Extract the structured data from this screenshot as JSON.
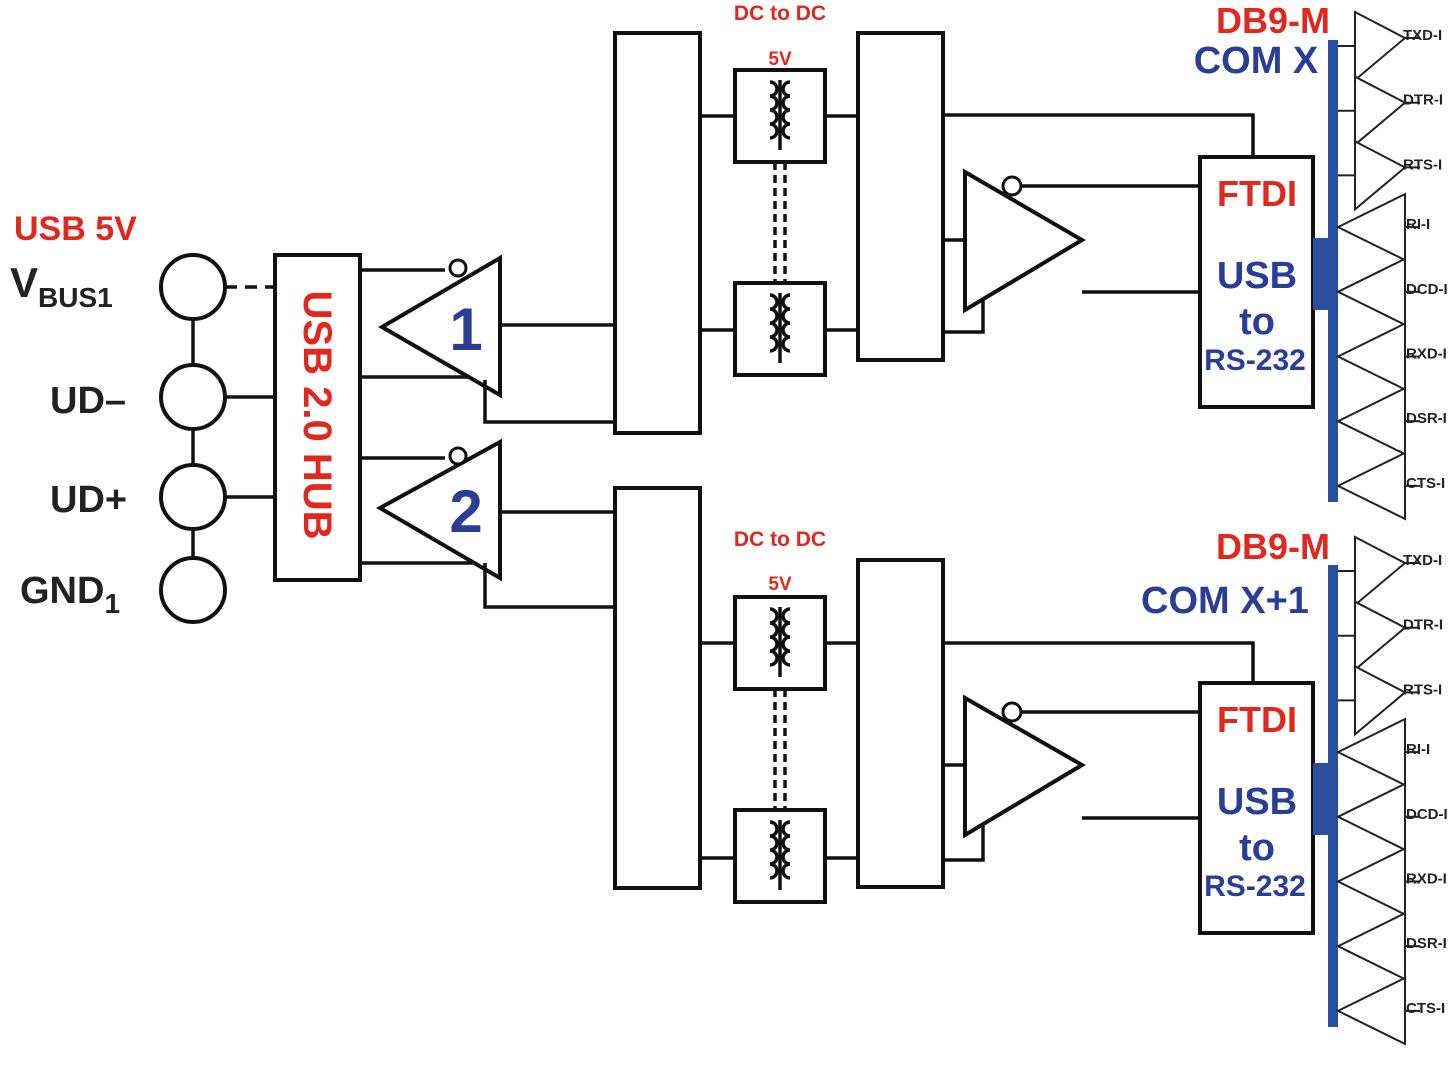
{
  "power_label": "USB 5V",
  "usb_pins": [
    {
      "main": "V",
      "sub": "BUS1"
    },
    {
      "main": "UD–",
      "sub": ""
    },
    {
      "main": "UD+",
      "sub": ""
    },
    {
      "main": "GND",
      "sub": "1"
    }
  ],
  "hub_label": "USB 2.0 HUB",
  "channels": [
    {
      "isolator_number": "1",
      "dcdc_label": "DC to DC",
      "dcdc_voltage": "5V",
      "connector": "DB9-M",
      "com_port": "COM X",
      "chip_name": "FTDI",
      "chip_function": [
        "USB",
        "to",
        "RS-232"
      ],
      "signals": [
        "TXD-I",
        "DTR-I",
        "RTS-I",
        "RI-I",
        "DCD-I",
        "RXD-I",
        "DSR-I",
        "CTS-I"
      ]
    },
    {
      "isolator_number": "2",
      "dcdc_label": "DC to DC",
      "dcdc_voltage": "5V",
      "connector": "DB9-M",
      "com_port": "COM X+1",
      "chip_name": "FTDI",
      "chip_function": [
        "USB",
        "to",
        "RS-232"
      ],
      "signals": [
        "TXD-I",
        "DTR-I",
        "RTS-I",
        "RI-I",
        "DCD-I",
        "RXD-I",
        "DSR-I",
        "CTS-I"
      ]
    }
  ],
  "colors": {
    "label_red": "#e0281e",
    "label_blue": "#2a3e95",
    "bus_blue": "#2b4fa0"
  }
}
